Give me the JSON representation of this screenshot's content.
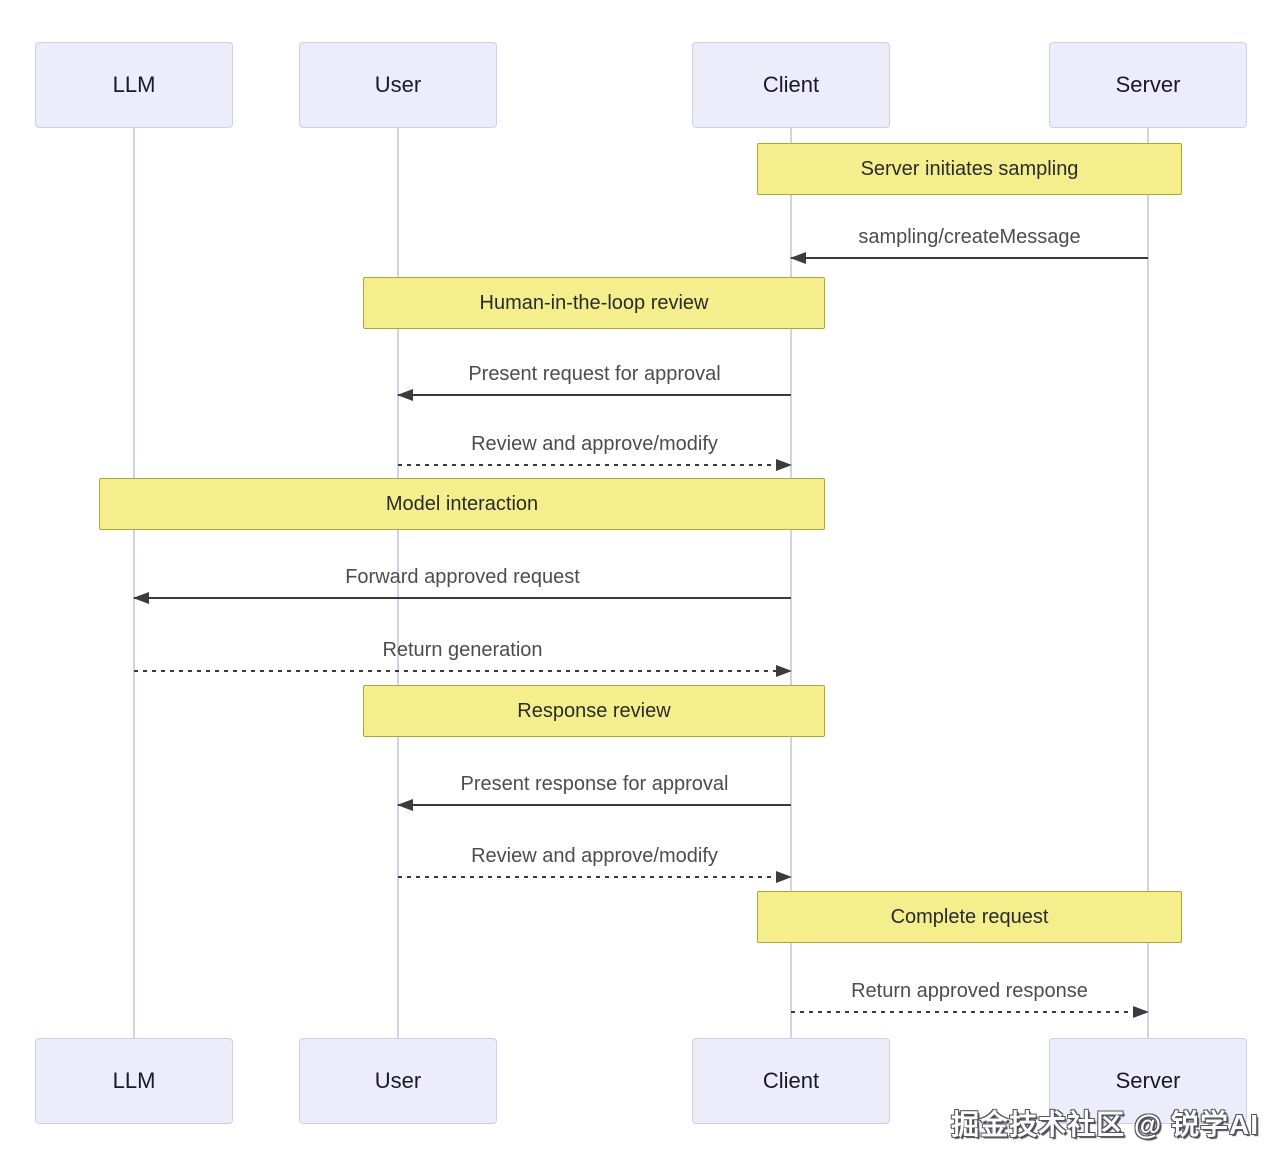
{
  "diagram": {
    "type": "sequence",
    "actors": [
      {
        "id": "llm",
        "label": "LLM"
      },
      {
        "id": "user",
        "label": "User"
      },
      {
        "id": "client",
        "label": "Client"
      },
      {
        "id": "server",
        "label": "Server"
      }
    ],
    "notes": [
      {
        "label": "Server initiates sampling",
        "over": [
          "Client",
          "Server"
        ]
      },
      {
        "label": "Human-in-the-loop review",
        "over": [
          "User",
          "Client"
        ]
      },
      {
        "label": "Model interaction",
        "over": [
          "LLM",
          "Client"
        ]
      },
      {
        "label": "Response review",
        "over": [
          "User",
          "Client"
        ]
      },
      {
        "label": "Complete request",
        "over": [
          "Client",
          "Server"
        ]
      }
    ],
    "messages": [
      {
        "label": "sampling/createMessage",
        "from": "Server",
        "to": "Client",
        "line": "solid"
      },
      {
        "label": "Present request for approval",
        "from": "Client",
        "to": "User",
        "line": "solid"
      },
      {
        "label": "Review and approve/modify",
        "from": "User",
        "to": "Client",
        "line": "dotted"
      },
      {
        "label": "Forward approved request",
        "from": "Client",
        "to": "LLM",
        "line": "solid"
      },
      {
        "label": "Return generation",
        "from": "LLM",
        "to": "Client",
        "line": "dotted"
      },
      {
        "label": "Present response for approval",
        "from": "Client",
        "to": "User",
        "line": "solid"
      },
      {
        "label": "Review and approve/modify",
        "from": "User",
        "to": "Client",
        "line": "dotted"
      },
      {
        "label": "Return approved response",
        "from": "Client",
        "to": "Server",
        "line": "dotted"
      }
    ],
    "colors": {
      "note_fill": "#F5EE8D",
      "note_border": "#AAAA33",
      "actor_fill": "#ECECFA",
      "actor_border": "#CFCFE6",
      "lifeline": "#D4D2E8",
      "arrow": "#3B3B3B",
      "message_text": "#4D4D4D",
      "background": "#FFFFFF",
      "watermark_text": "#FFFFFF"
    }
  },
  "watermark": {
    "text": "掘金技术社区 @ 锐学AI"
  }
}
